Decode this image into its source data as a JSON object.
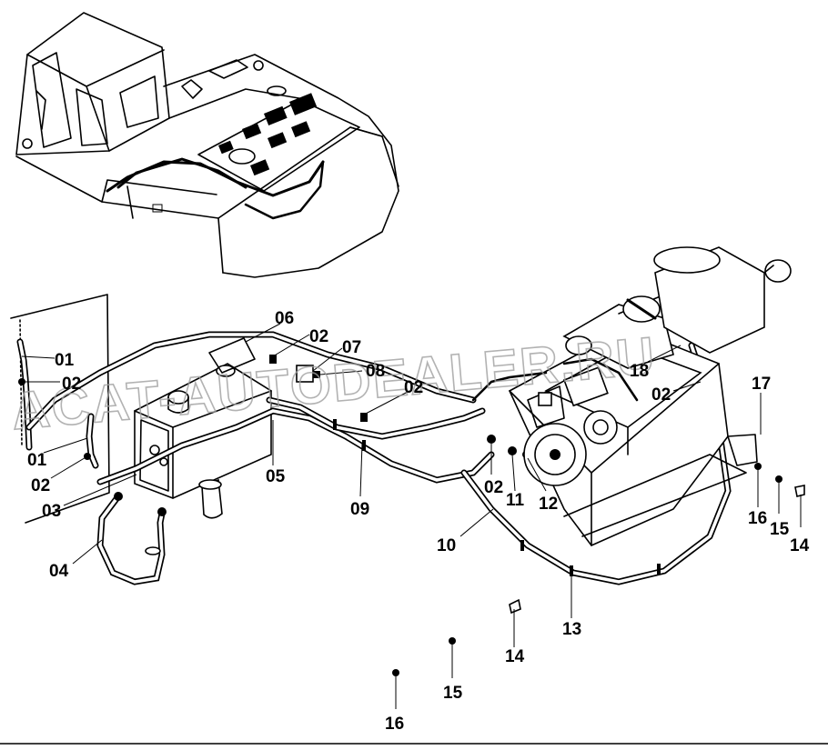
{
  "watermark": "ACAT-AUTODEALER.RU",
  "callouts": {
    "c01a": "01",
    "c02a": "02",
    "c01b": "01",
    "c02b": "02",
    "c03": "03",
    "c04": "04",
    "c05": "05",
    "c06": "06",
    "c02c": "02",
    "c07": "07",
    "c08": "08",
    "c02d": "02",
    "c09": "09",
    "c10": "10",
    "c02e": "02",
    "c11": "11",
    "c12": "12",
    "c13": "13",
    "c14a": "14",
    "c15a": "15",
    "c16a": "16",
    "c18": "18",
    "c02f": "02",
    "c17": "17",
    "c16b": "16",
    "c15b": "15",
    "c14b": "14"
  }
}
